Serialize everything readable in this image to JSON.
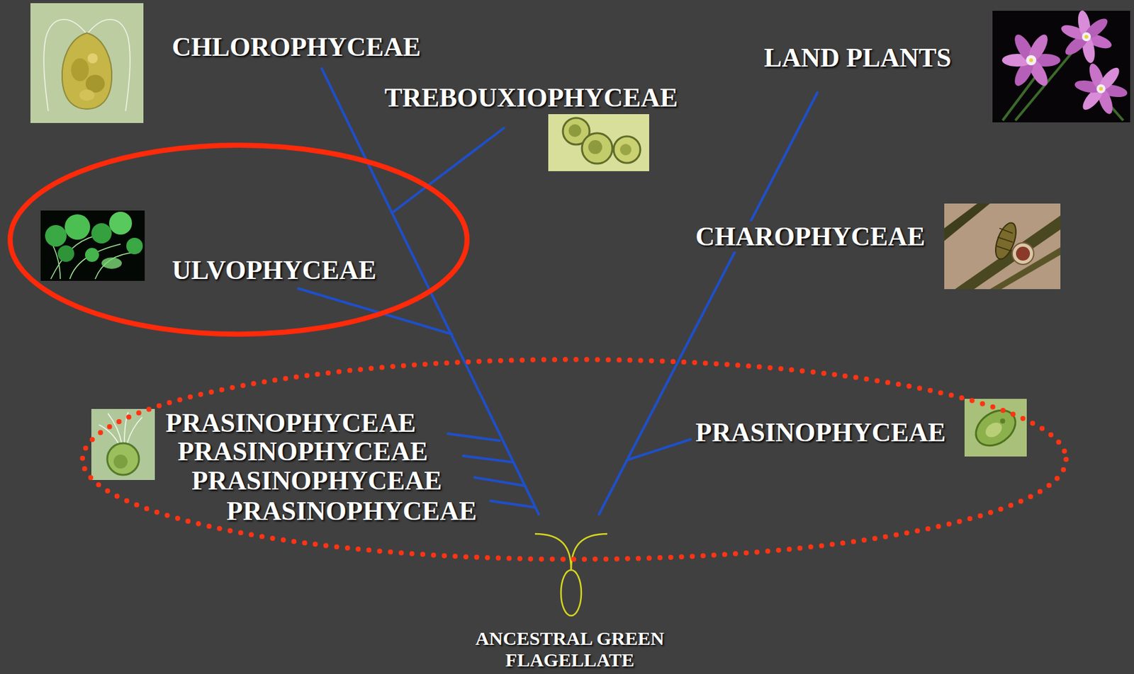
{
  "diagram": {
    "nodes": [
      {
        "text": [
          "ULVOPHYCEAE"
        ]
      },
      {
        "text": [
          "PRASINOPHYCEAE",
          "PRASINOPHYCEAE",
          "PRASINOPHYCEAE",
          "PRASINOPHYCEAE",
          "PRASINOPHYCEAE"
        ]
      }
    ],
    "labels": [
      "CHLOROPHYCEAE",
      "LAND PLANTS",
      "TREBOUXIOPHYCEAE",
      "CHAROPHYCEAE",
      "ANCESTRAL GREEN FLAGELLATE"
    ]
  }
}
